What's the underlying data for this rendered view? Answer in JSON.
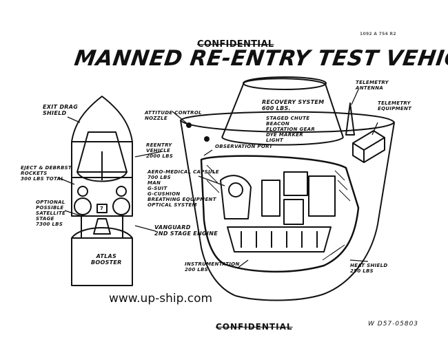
{
  "header": {
    "classification_top": "CONFIDENTIAL",
    "title": "MANNED RE-ENTRY TEST VEHICLE",
    "doc_number_top": "1092 A 754 R2"
  },
  "left_labels": {
    "exit_drag_shield": "EXIT DRAG\nSHIELD",
    "eject_debrost_rockets": "EJECT & DEBRBST\nROCKETS\n300 LBS TOTAL",
    "optional_satellite_stage": "OPTIONAL\nPOSSIBLE\nSATELLITE\nSTAGE\n7300 LBS",
    "atlas_booster": "ATLAS\nBOOSTER",
    "stage_number": "7"
  },
  "center_labels": {
    "attitude_control_nozzle": "ATTITUDE CONTROL\nNOZZLE",
    "reentry_vehicle": "REENTRY\nVEHICLE\n2000 LBS",
    "aero_medical_capsule": "AERO-MEDICAL CAPSULE\n700 LBS\nMAN\nG-SUIT\nG-CUSHION\nBREATHING EQUIPMENT\nOPTICAL SYSTEM",
    "vanguard_engine": "VANGUARD\n2nd STAGE ENGINE"
  },
  "right_labels": {
    "recovery_system": "RECOVERY SYSTEM\n600 LBS.",
    "recovery_items": "STAGED CHUTE\nBEACON\nFLOTATION GEAR\nDYE MARKER\nLIGHT",
    "telemetry_antenna": "TELEMETRY\nANTENNA",
    "telemetry_equipment": "TELEMETRY\nEQUIPMENT",
    "observation_port": "OBSERVATION PORT",
    "instrumentation": "INSTRUMENTATION\n200 LBS",
    "heat_shield": "HEAT SHIELD\n250 LBS"
  },
  "footer": {
    "watermark": "www.up-ship.com",
    "classification_bottom": "CONFIDENTIAL",
    "doc_number_bottom": "W D57-05803"
  }
}
